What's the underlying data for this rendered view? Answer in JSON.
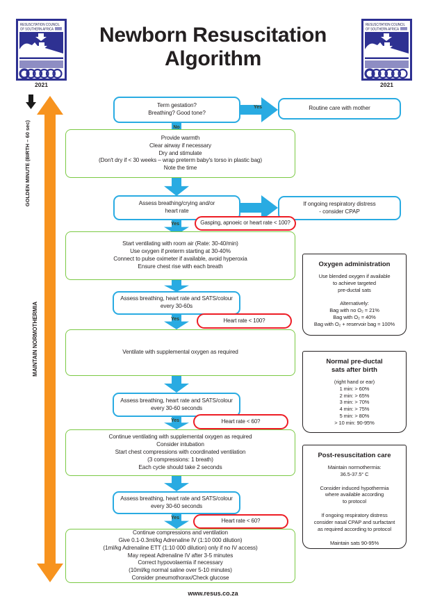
{
  "header": {
    "title": "Newborn Resuscitation\nAlgorithm",
    "logo": {
      "line1": "RESUSCITATION COUNCIL",
      "line2": "OF SOUTHERN AFRICA",
      "year": "2021"
    }
  },
  "rail": {
    "golden_minute": "GOLDEN MINUTE (BIRTH – 60 sec)",
    "maintain_normothermia": "MAINTAIN NORMOTHERMIA"
  },
  "labels": {
    "yes": "Yes",
    "no": "No"
  },
  "flow": {
    "term_gestation": "Term gestation?\nBreathing? Good tone?",
    "routine_care": "Routine care with mother",
    "provide_warmth": "Provide warmth\nClear airway if necessary\nDry and stimulate\n(Don't dry if < 30 weeks – wrap preterm baby's torso in plastic bag)\nNote the time",
    "assess_breathing_crying": "Assess breathing/crying and/or\nheart rate",
    "consider_cpap": "If ongoing respiratory distress\n- consider CPAP",
    "gasping": "Gasping, apnoeic or heart rate < 100?",
    "start_ventilating": "Start ventilating with room air (Rate: 30-40/min)\nUse oxygen if preterm starting at 30-40%\nConnect to pulse oximeter if available, avoid hyperoxia\nEnsure chest rise with each breath",
    "assess_sats_1": "Assess breathing, heart rate and SATS/colour\nevery 30-60s",
    "hr_less_100": "Heart rate < 100?",
    "ventilate_supplemental": "Ventilate with supplemental oxygen as required",
    "assess_sats_2": "Assess breathing, heart rate and SATS/colour\nevery 30-60 seconds",
    "hr_less_60_a": "Heart rate < 60?",
    "continue_ventilating": "Continue ventilating with supplemental oxygen as required\nConsider intubation\nStart chest compressions with coordinated ventilation\n(3 compressions: 1 breath)\nEach cycle should take 2 seconds",
    "assess_sats_3": "Assess breathing, heart rate and SATS/colour\nevery 30-60 seconds",
    "hr_less_60_b": "Heart rate < 60?",
    "continue_compressions": "Continue compressions and ventilation\nGive 0.1-0.3ml/kg Adrenaline IV (1:10 000 dilution)\n(1ml/kg Adrenaline ETT (1:10 000 dilution) only if no IV access)\nMay repeat Adrenaline IV after 3-5 minutes\nCorrect hypovolaemia if necessary\n(10ml/kg normal saline over 5-10 minutes)\nConsider pneumothorax/Check glucose"
  },
  "sidebar": {
    "oxygen": {
      "title": "Oxygen administration",
      "body": "Use blended oxygen if available\nto achieve targeted\npre-ductal sats\n\nAlternatively:\nBag with no O₂ = 21%\nBag with O₂ = 40%\nBag with O₂ + reservoir bag = 100%"
    },
    "sats": {
      "title": "Normal pre-ductal\nsats after birth",
      "body": "(right hand or ear)\n1 min: > 60%\n2 min: > 65%\n3 min: > 70%\n4 min: > 75%\n5 min: > 80%\n> 10 min: 90-95%"
    },
    "post": {
      "title": "Post-resuscitation care",
      "body": "Maintain normothermia:\n36.5-37.5° C\n\nConsider induced hypothermia\nwhere available according\nto protocol\n\nIf ongoing respiratory distress\nconsider nasal CPAP and surfactant\nas required according to protocol\n\nMaintain sats 90-95%"
    }
  },
  "footer": {
    "website": "www.resus.co.za"
  },
  "colors": {
    "blue": "#29ABE2",
    "green": "#7AC943",
    "red": "#ED1C24",
    "orange": "#F7931E",
    "navy": "#2E3192",
    "purple": "#8E8DC3",
    "text": "#231F20"
  }
}
